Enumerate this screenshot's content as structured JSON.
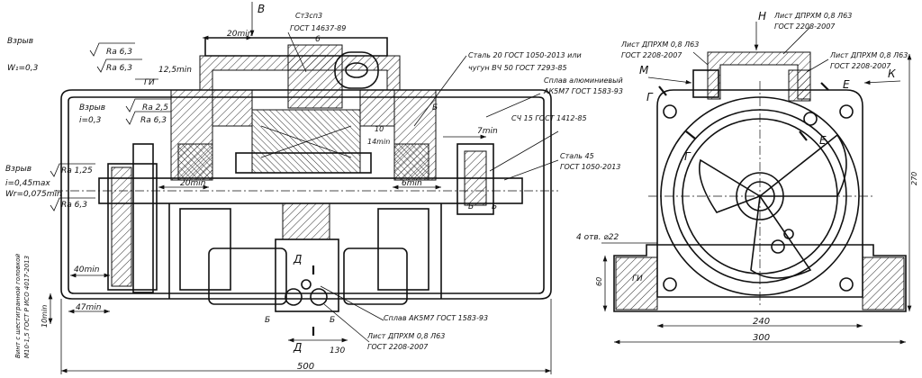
{
  "view_markers": {
    "b": "В",
    "n": "Н",
    "m": "М",
    "k": "К",
    "g": "Г",
    "e": "Е",
    "d": "Д",
    "section_b": "Б",
    "gi": "ГИ"
  },
  "left_notes": {
    "vzryv": "Взрыв",
    "w1": "W₁=0,3",
    "i03": "i=0,3",
    "i045": "i=0,45max",
    "wr": "Wr=0,075min",
    "ra63": "Ra 6,3",
    "ra25": "Ra 2,5",
    "ra125": "Ra 1,25"
  },
  "dims": {
    "d20min": "20min",
    "d12_5min": "12,5min",
    "d6": "6",
    "d10": "10",
    "d14min": "14min",
    "d7min": "7min",
    "d6min": "6min",
    "d40min": "40min",
    "d47min": "47min",
    "d10min": "10min",
    "d130": "130",
    "d500": "500",
    "d270": "270",
    "d240": "240",
    "d300": "300",
    "d60": "60",
    "holes": "4 отв. ⌀22"
  },
  "callouts": {
    "st3sp3": "Ст3сп3",
    "gost14637": "ГОСТ 14637-89",
    "steel20": "Сталь 20 ГОСТ 1050-2013 или",
    "chugun": "чугун ВЧ 50 ГОСТ 7293-85",
    "splav": "Сплав алюминиевый",
    "ak5m7": "АК5М7 ГОСТ 1583-93",
    "sch15": "СЧ 15 ГОСТ 1412-85",
    "steel45": "Сталь 45",
    "gost1050": "ГОСТ 1050-2013",
    "splav_ak": "Сплав АК5М7 ГОСТ 1583-93",
    "list_dprhm": "Лист ДПРХМ 0,8 Л63",
    "gost2208": "ГОСТ 2208-2007",
    "vint": "Винт с шестигранной головкой",
    "vint2": "М10-1,5 ГОСТ Р ИСО 4017-2013"
  }
}
